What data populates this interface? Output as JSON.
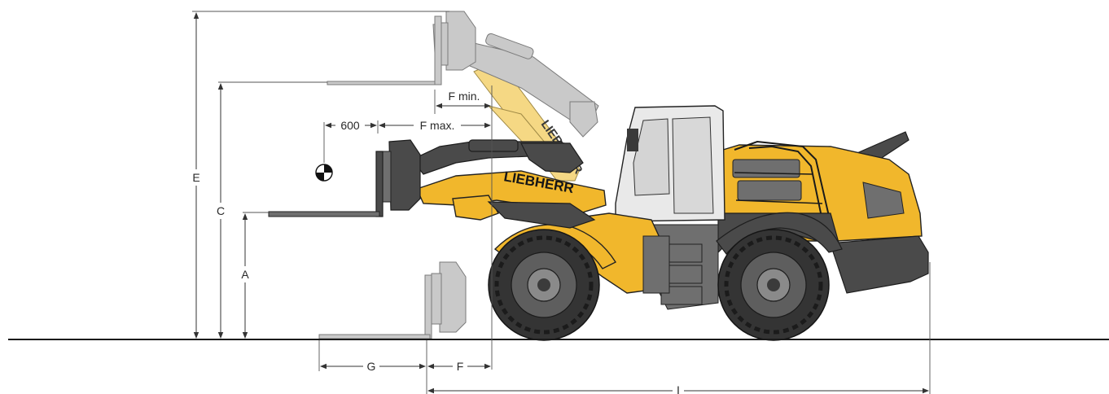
{
  "labels": {
    "a": "A",
    "c": "C",
    "e": "E",
    "f": "F",
    "g": "G",
    "i": "I",
    "f_min": "F min.",
    "f_max": "F max.",
    "load_center": "600"
  },
  "logo": {
    "main": "LIEBHERR",
    "ghost": "LIEBHERR"
  },
  "colors": {
    "machine_yellow": "#f1b72c",
    "ghost_grey": "#c9c9c9",
    "body_dark": "#4a4a4a"
  }
}
